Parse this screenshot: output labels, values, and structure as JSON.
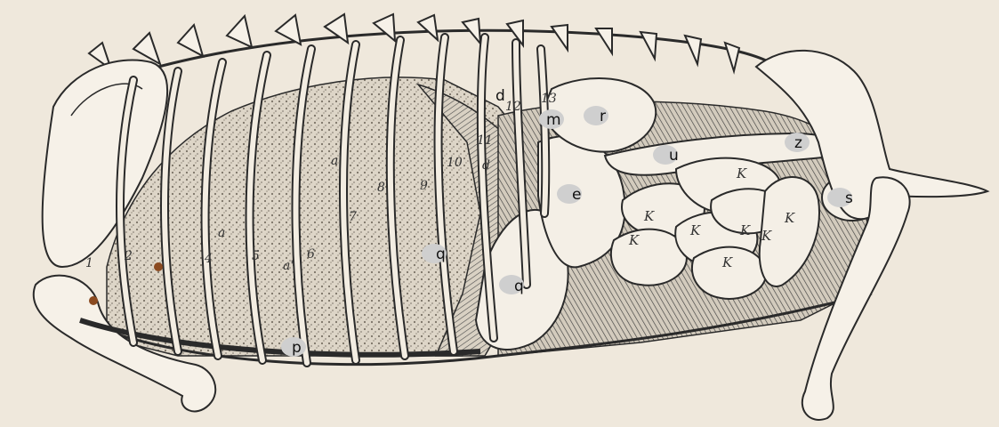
{
  "labels": {
    "d": "d",
    "m": "m",
    "r": "r",
    "u": "u",
    "z": "z",
    "e": "e",
    "s": "s",
    "q_upper": "q",
    "q_lower": "q",
    "p": "p"
  },
  "rib_numbers": [
    "1",
    "2",
    "4",
    "5",
    "6",
    "7",
    "8",
    "9",
    "11",
    "12",
    "13"
  ],
  "k_labels": [
    "K",
    "K",
    "K",
    "K",
    "K",
    "K",
    "K",
    "K"
  ],
  "minor_labels": {
    "a_1": "a",
    "a_2": "a'",
    "a_3": "a'",
    "d_2": "d",
    "ten": "10"
  },
  "colors": {
    "background": "#efe8dc",
    "label_marker": "#cfcfcf",
    "ink": "#2a2a2a",
    "marker_brown": "#8a4a20"
  }
}
